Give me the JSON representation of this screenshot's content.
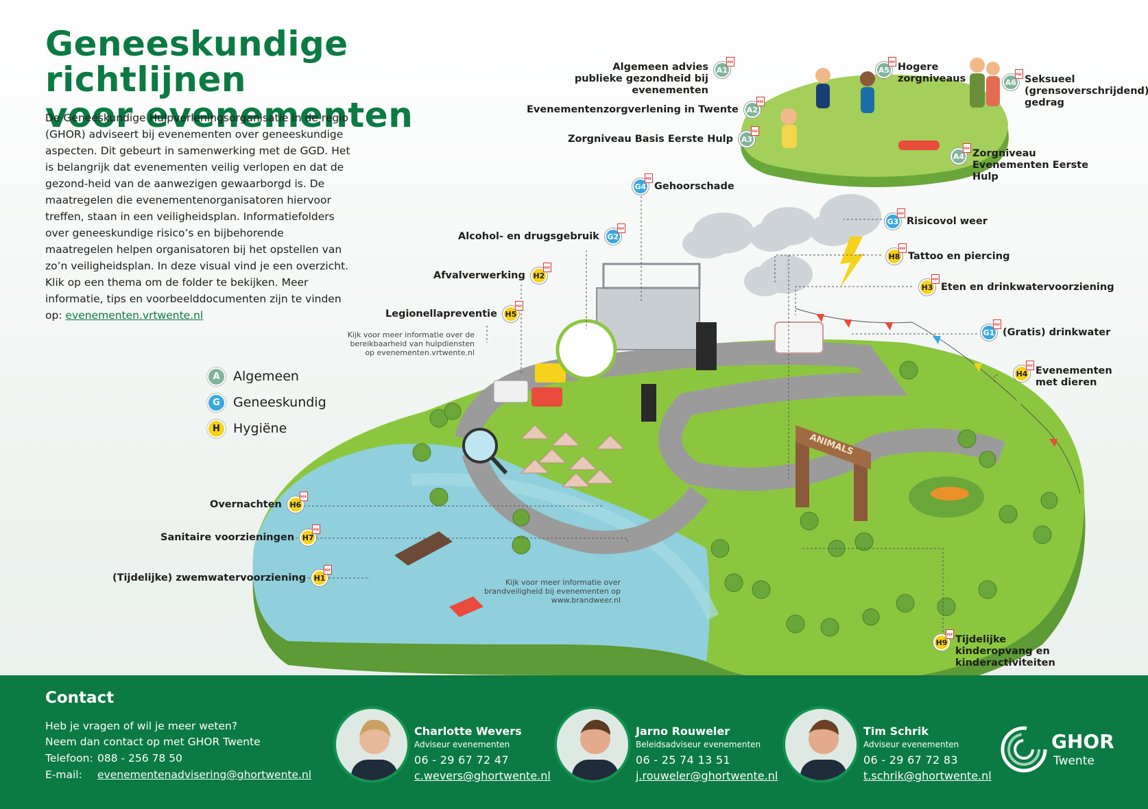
{
  "title_line1": "Geneeskundige richtlijnen",
  "title_line2": "voor evenementen",
  "intro": "De Geneeskundige Hulpverleningsorganisatie in de regio (GHOR) adviseert bij evenementen over geneeskundige aspecten. Dit gebeurt in samenwerking met de GGD. Het is belangrijk dat evenementen veilig verlopen en dat de gezond-heid van de aanwezigen gewaarborgd is. De maatregelen die evenementenorganisatoren hiervoor treffen, staan in een veiligheidsplan. Informatiefolders over geneeskundige risico’s en bijbehorende maatregelen helpen organisatoren bij het opstellen van zo’n veiligheidsplan. In deze visual vind je een overzicht. Klik op een thema om de folder te bekijken. Meer informatie, tips en voorbeelddocumenten zijn te vinden op:",
  "intro_link": "evenementen.vrtwente.nl",
  "legend": [
    {
      "code": "A",
      "label": "Algemeen",
      "color": "#7fb59b"
    },
    {
      "code": "G",
      "label": "Geneeskundig",
      "color": "#3aa7df"
    },
    {
      "code": "H",
      "label": "Hygiëne",
      "color": "#f6d21b"
    }
  ],
  "markers": {
    "A1": {
      "code": "A1",
      "label": "Algemeen advies publieke gezondheid bij evenementen"
    },
    "A2": {
      "code": "A2",
      "label": "Evenementenzorgverlening in Twente"
    },
    "A3": {
      "code": "A3",
      "label": "Zorgniveau Basis Eerste Hulp"
    },
    "A4": {
      "code": "A4",
      "label": "Zorgniveau Evenementen Eerste Hulp"
    },
    "A5": {
      "code": "A5",
      "label": "Hogere zorgniveaus"
    },
    "A6": {
      "code": "A6",
      "label": "Seksueel (grensoverschrijdend) gedrag"
    },
    "G1": {
      "code": "G1",
      "label": "(Gratis) drinkwater"
    },
    "G2": {
      "code": "G2",
      "label": "Alcohol- en drugsgebruik"
    },
    "G3": {
      "code": "G3",
      "label": "Risicovol weer"
    },
    "G4": {
      "code": "G4",
      "label": "Gehoorschade"
    },
    "H1": {
      "code": "H1",
      "label": "(Tijdelijke) zwemwatervoorziening"
    },
    "H2": {
      "code": "H2",
      "label": "Afvalverwerking"
    },
    "H3": {
      "code": "H3",
      "label": "Eten en drinkwatervoorziening"
    },
    "H4": {
      "code": "H4",
      "label": "Evenementen met dieren"
    },
    "H5": {
      "code": "H5",
      "label": "Legionellapreventie"
    },
    "H6": {
      "code": "H6",
      "label": "Overnachten"
    },
    "H7": {
      "code": "H7",
      "label": "Sanitaire voorzieningen"
    },
    "H8": {
      "code": "H8",
      "label": "Tattoo en piercing"
    },
    "H9": {
      "code": "H9",
      "label": "Tijdelijke kinderopvang en kinderactiviteiten"
    }
  },
  "pdf_tag": "PDF",
  "note_hulpdiensten": "Kijk voor meer informatie over de bereikbaarheid van hulpdiensten op evenementen.vrtwente.nl",
  "note_brandweer": "Kijk voor meer informatie over brandveiligheid bij evenementen op www.brandweer.nl",
  "animals_sign": "ANIMALS",
  "contact": {
    "title": "Contact",
    "line1": "Heb je vragen of wil je meer weten?",
    "line2": "Neem dan contact op met GHOR Twente",
    "phone_key": "Telefoon:",
    "phone": "088 - 256 78 50",
    "email_key": "E-mail:",
    "email": "evenementenadvisering@ghortwente.nl"
  },
  "people": [
    {
      "name": "Charlotte Wevers",
      "role": "Adviseur evenementen",
      "tel": "06 - 29 67 72 47",
      "mail": "c.wevers@ghortwente.nl"
    },
    {
      "name": "Jarno Rouweler",
      "role": "Beleidsadviseur evenementen",
      "tel": "06 - 25 74 13 51",
      "mail": "j.rouweler@ghortwente.nl"
    },
    {
      "name": "Tim Schrik",
      "role": "Adviseur evenementen",
      "tel": "06 - 29 67 72 83",
      "mail": "t.schrik@ghortwente.nl"
    }
  ],
  "logo": {
    "name": "GHOR",
    "sub": "Twente"
  },
  "colors": {
    "brand_green": "#0b7a43",
    "grass": "#8cc63f",
    "water": "#8fd0dc",
    "A": "#7fb59b",
    "G": "#3aa7df",
    "H": "#f6d21b"
  }
}
